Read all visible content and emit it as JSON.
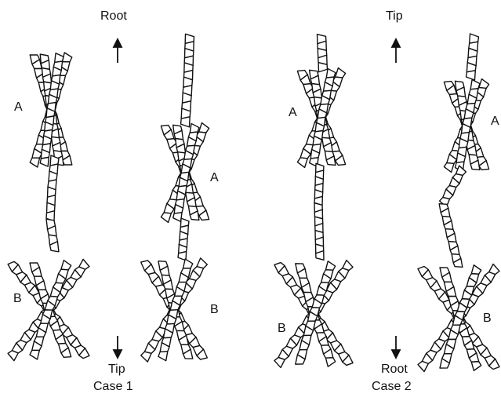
{
  "diagram": {
    "case1": {
      "top_label": "Root",
      "bottom_label": "Tip",
      "caption": "Case 1",
      "strand1_labels": [
        "A",
        "B"
      ],
      "strand2_labels": [
        "A",
        "B"
      ]
    },
    "case2": {
      "top_label": "Tip",
      "bottom_label": "Root",
      "caption": "Case 2",
      "strand1_labels": [
        "A",
        "B"
      ],
      "strand2_labels": [
        "A",
        "B"
      ]
    }
  }
}
